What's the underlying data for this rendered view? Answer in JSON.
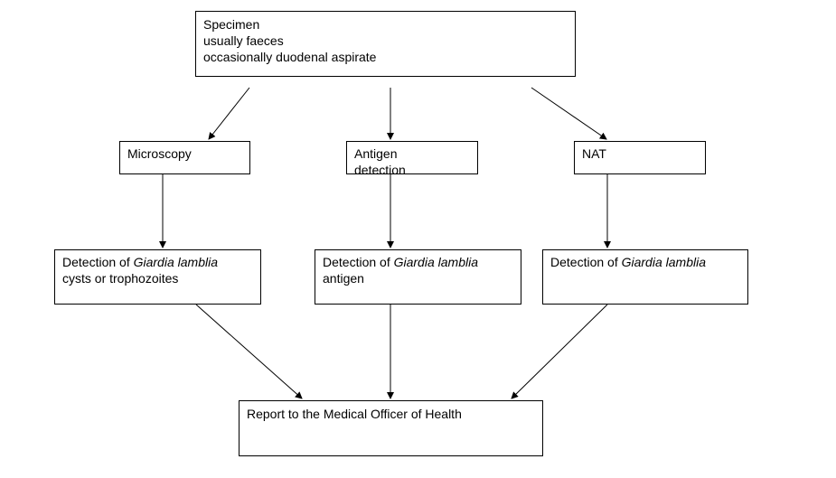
{
  "specimen": {
    "line1": "Specimen",
    "line2": "usually faeces",
    "line3": "occasionally duodenal aspirate"
  },
  "methods": {
    "microscopy": "Microscopy",
    "antigen_line1": "Antigen",
    "antigen_line2": "detection",
    "nat": "NAT"
  },
  "detections": {
    "microscopy": {
      "prefix": "Detection of ",
      "organism": "Giardia lamblia",
      "line2": "cysts or trophozoites"
    },
    "antigen": {
      "prefix": "Detection of ",
      "organism": "Giardia lamblia",
      "line2": "antigen"
    },
    "nat": {
      "prefix": "Detection of ",
      "organism": "Giardia lamblia"
    }
  },
  "report": {
    "label": "Report to the Medical Officer of Health"
  },
  "colors": {
    "stroke": "#000000",
    "box_fill": "#ffffff",
    "background": "#ffffff"
  }
}
